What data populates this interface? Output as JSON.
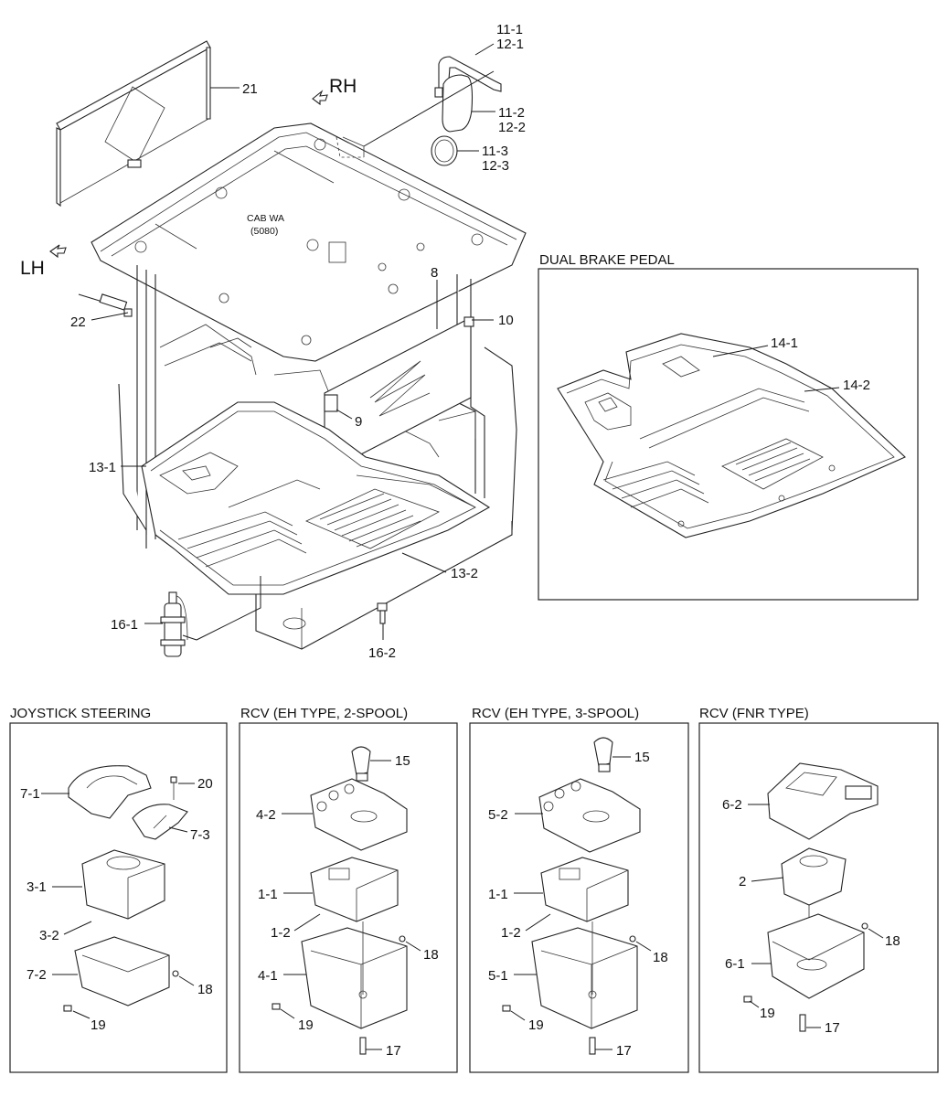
{
  "main_view": {
    "cab_label_line1": "CAB WA",
    "cab_label_line2": "(5080)",
    "direction_rh": "RH",
    "direction_lh": "LH",
    "callouts": {
      "c21": "21",
      "c11_1": "11-1",
      "c12_1": "12-1",
      "c11_2": "11-2",
      "c12_2": "12-2",
      "c11_3": "11-3",
      "c12_3": "12-3",
      "c22": "22",
      "c8": "8",
      "c10": "10",
      "c9": "9",
      "c13_1": "13-1",
      "c13_2": "13-2",
      "c16_1": "16-1",
      "c16_2": "16-2"
    }
  },
  "panels": {
    "dual_brake": {
      "title": "DUAL BRAKE PEDAL",
      "c14_1": "14-1",
      "c14_2": "14-2"
    },
    "joystick": {
      "title": "JOYSTICK STEERING",
      "c7_1": "7-1",
      "c20": "20",
      "c7_3": "7-3",
      "c3_1": "3-1",
      "c3_2": "3-2",
      "c7_2": "7-2",
      "c18": "18",
      "c19": "19"
    },
    "rcv_2spool": {
      "title": "RCV (EH TYPE, 2-SPOOL)",
      "c15": "15",
      "c4_2": "4-2",
      "c1_1": "1-1",
      "c1_2": "1-2",
      "c18": "18",
      "c4_1": "4-1",
      "c19": "19",
      "c17": "17"
    },
    "rcv_3spool": {
      "title": "RCV (EH TYPE, 3-SPOOL)",
      "c15": "15",
      "c5_2": "5-2",
      "c1_1": "1-1",
      "c1_2": "1-2",
      "c18": "18",
      "c5_1": "5-1",
      "c19": "19",
      "c17": "17"
    },
    "rcv_fnr": {
      "title": "RCV (FNR TYPE)",
      "c6_2": "6-2",
      "c2": "2",
      "c18": "18",
      "c6_1": "6-1",
      "c19": "19",
      "c17": "17"
    }
  }
}
